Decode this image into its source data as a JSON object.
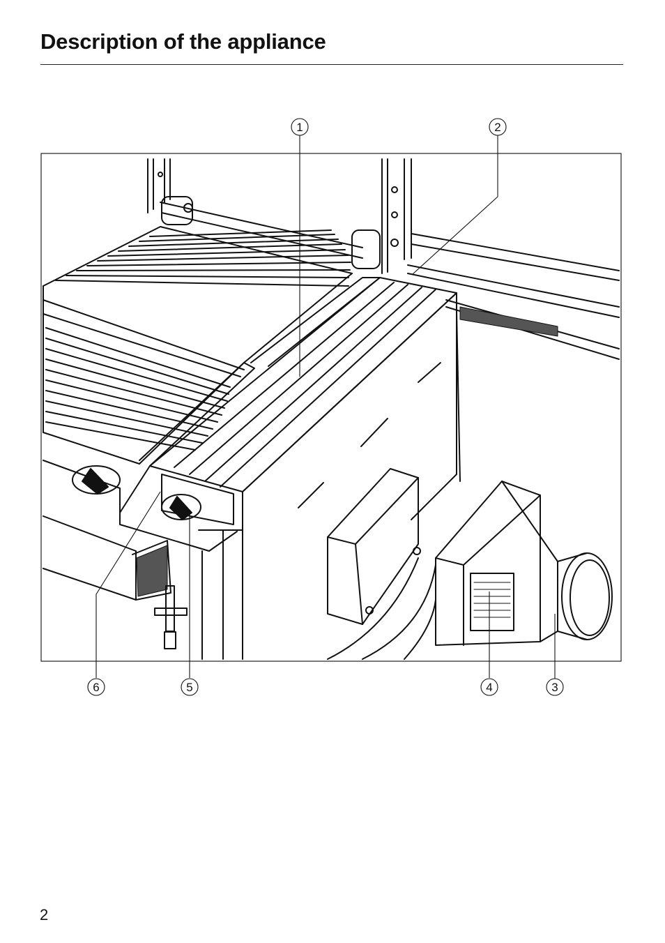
{
  "header": {
    "title": "Description of the appliance"
  },
  "figure": {
    "callouts": [
      {
        "id": 1,
        "label": "1"
      },
      {
        "id": 2,
        "label": "2"
      },
      {
        "id": 3,
        "label": "3"
      },
      {
        "id": 4,
        "label": "4"
      },
      {
        "id": 5,
        "label": "5"
      },
      {
        "id": 6,
        "label": "6"
      }
    ]
  },
  "footer": {
    "page_number": "2"
  }
}
